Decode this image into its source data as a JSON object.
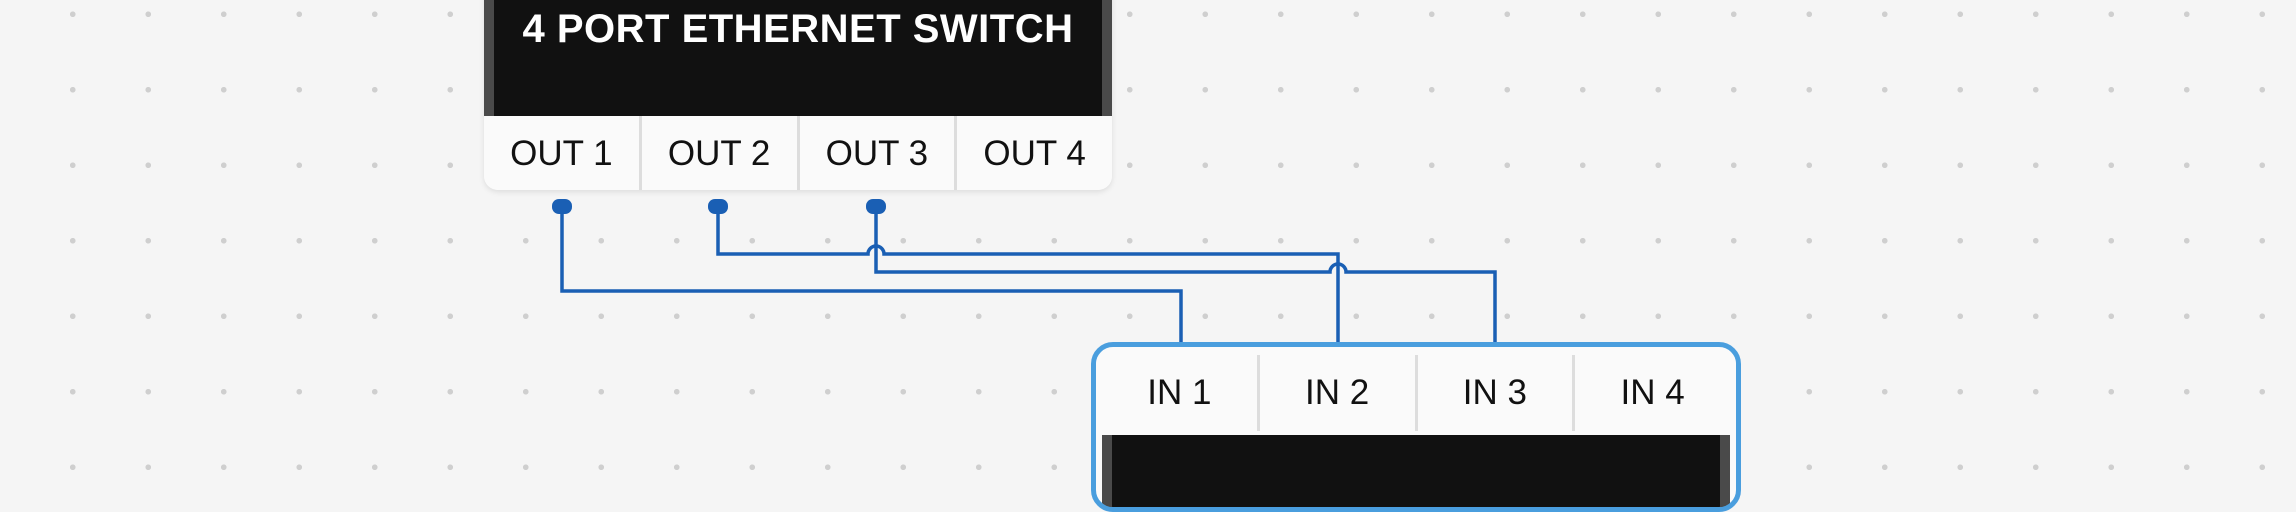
{
  "switch": {
    "title": "4 PORT ETHERNET SWITCH",
    "outputs": [
      "OUT 1",
      "OUT 2",
      "OUT 3",
      "OUT 4"
    ]
  },
  "target": {
    "inputs": [
      "IN 1",
      "IN 2",
      "IN 3",
      "IN 4"
    ]
  },
  "connections": [
    {
      "from": "OUT 1",
      "to": "IN 1"
    },
    {
      "from": "OUT 2",
      "to": "IN 2"
    },
    {
      "from": "OUT 3",
      "to": "IN 3"
    }
  ],
  "colors": {
    "wire": "#1a5fb4",
    "selected_border": "#4a9ede",
    "node_body": "#111111"
  }
}
